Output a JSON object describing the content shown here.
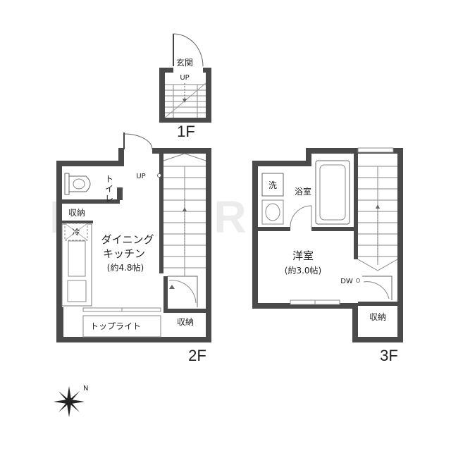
{
  "floors": {
    "f1": {
      "name": "1F",
      "entrance": "玄関",
      "up": "UP"
    },
    "f2": {
      "name": "2F",
      "toilet": "トイレ",
      "up": "UP",
      "storage_left": "収納",
      "fridge": "冷",
      "dk_line1": "ダイニング",
      "dk_line2": "キッチン",
      "dk_area": "(約4.8帖)",
      "toplight": "トップライト",
      "storage_right": "収納"
    },
    "f3": {
      "name": "3F",
      "washer": "洗",
      "bath": "浴室",
      "room": "洋室",
      "room_area": "(約3.0帖)",
      "dw": "DW",
      "storage": "収納"
    }
  },
  "watermark": "E-MCORE",
  "compass": {
    "north_label": "N"
  }
}
